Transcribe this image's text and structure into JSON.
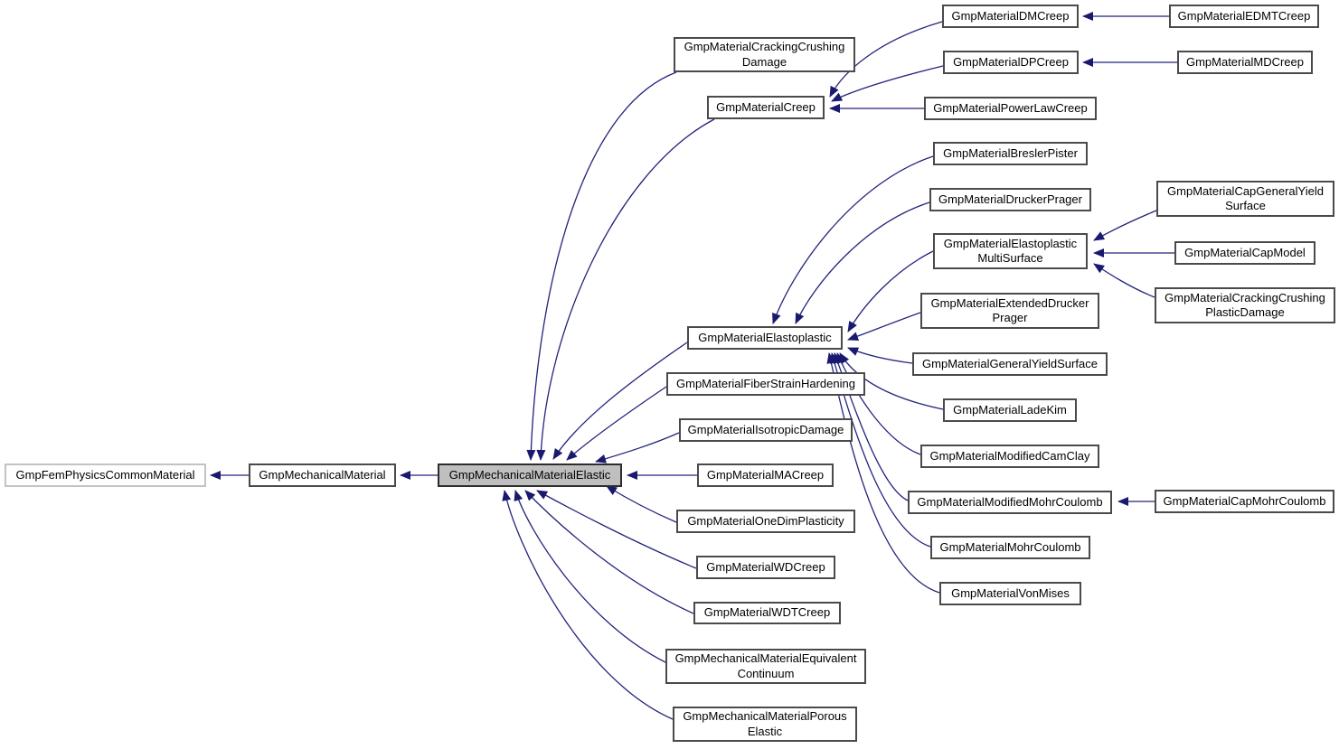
{
  "diagram": {
    "kind": "class-inheritance-graph",
    "selected_class": "GmpMechanicalMaterialElastic",
    "colors": {
      "edge": "#23237d",
      "arrowhead": "#191970",
      "selected_node_fill": "#bfbfbf",
      "node_border": "#4a4a4a",
      "external_node_border": "#c3c3c3"
    }
  },
  "nodes": {
    "femCommon": {
      "label": "GmpFemPhysicsCommonMaterial"
    },
    "mechMaterial": {
      "label": "GmpMechanicalMaterial"
    },
    "mechElastic": {
      "label": "GmpMechanicalMaterialElastic"
    },
    "crackingCrushingDamage": {
      "label": "GmpMaterialCrackingCrushing\nDamage"
    },
    "creep": {
      "label": "GmpMaterialCreep"
    },
    "elastoplastic": {
      "label": "GmpMaterialElastoplastic"
    },
    "fiberStrainHardening": {
      "label": "GmpMaterialFiberStrainHardening"
    },
    "isotropicDamage": {
      "label": "GmpMaterialIsotropicDamage"
    },
    "maCreep": {
      "label": "GmpMaterialMACreep"
    },
    "oneDimPlasticity": {
      "label": "GmpMaterialOneDimPlasticity"
    },
    "wdCreep": {
      "label": "GmpMaterialWDCreep"
    },
    "wdtCreep": {
      "label": "GmpMaterialWDTCreep"
    },
    "equivalentContinuum": {
      "label": "GmpMechanicalMaterialEquivalent\nContinuum"
    },
    "porousElastic": {
      "label": "GmpMechanicalMaterialPorous\nElastic"
    },
    "dmCreep": {
      "label": "GmpMaterialDMCreep"
    },
    "dpCreep": {
      "label": "GmpMaterialDPCreep"
    },
    "powerLawCreep": {
      "label": "GmpMaterialPowerLawCreep"
    },
    "edmtCreep": {
      "label": "GmpMaterialEDMTCreep"
    },
    "mdCreep": {
      "label": "GmpMaterialMDCreep"
    },
    "breslerPister": {
      "label": "GmpMaterialBreslerPister"
    },
    "druckerPrager": {
      "label": "GmpMaterialDruckerPrager"
    },
    "multiSurface": {
      "label": "GmpMaterialElastoplastic\nMultiSurface"
    },
    "extendedDruckerPrager": {
      "label": "GmpMaterialExtendedDrucker\nPrager"
    },
    "generalYieldSurface": {
      "label": "GmpMaterialGeneralYieldSurface"
    },
    "ladeKim": {
      "label": "GmpMaterialLadeKim"
    },
    "modifiedCamClay": {
      "label": "GmpMaterialModifiedCamClay"
    },
    "modifiedMohrCoulomb": {
      "label": "GmpMaterialModifiedMohrCoulomb"
    },
    "mohrCoulomb": {
      "label": "GmpMaterialMohrCoulomb"
    },
    "vonMises": {
      "label": "GmpMaterialVonMises"
    },
    "capGeneralYieldSurface": {
      "label": "GmpMaterialCapGeneralYield\nSurface"
    },
    "capModel": {
      "label": "GmpMaterialCapModel"
    },
    "crackingCrushingPlasticDamage": {
      "label": "GmpMaterialCrackingCrushing\nPlasticDamage"
    },
    "capMohrCoulomb": {
      "label": "GmpMaterialCapMohrCoulomb"
    }
  },
  "edges": [
    {
      "from": "GmpMechanicalMaterial",
      "to": "GmpFemPhysicsCommonMaterial"
    },
    {
      "from": "GmpMechanicalMaterialElastic",
      "to": "GmpMechanicalMaterial"
    },
    {
      "from": "GmpMaterialCrackingCrushingDamage",
      "to": "GmpMechanicalMaterialElastic"
    },
    {
      "from": "GmpMaterialCreep",
      "to": "GmpMechanicalMaterialElastic"
    },
    {
      "from": "GmpMaterialElastoplastic",
      "to": "GmpMechanicalMaterialElastic"
    },
    {
      "from": "GmpMaterialFiberStrainHardening",
      "to": "GmpMechanicalMaterialElastic"
    },
    {
      "from": "GmpMaterialIsotropicDamage",
      "to": "GmpMechanicalMaterialElastic"
    },
    {
      "from": "GmpMaterialMACreep",
      "to": "GmpMechanicalMaterialElastic"
    },
    {
      "from": "GmpMaterialOneDimPlasticity",
      "to": "GmpMechanicalMaterialElastic"
    },
    {
      "from": "GmpMaterialWDCreep",
      "to": "GmpMechanicalMaterialElastic"
    },
    {
      "from": "GmpMaterialWDTCreep",
      "to": "GmpMechanicalMaterialElastic"
    },
    {
      "from": "GmpMechanicalMaterialEquivalentContinuum",
      "to": "GmpMechanicalMaterialElastic"
    },
    {
      "from": "GmpMechanicalMaterialPorousElastic",
      "to": "GmpMechanicalMaterialElastic"
    },
    {
      "from": "GmpMaterialDMCreep",
      "to": "GmpMaterialCreep"
    },
    {
      "from": "GmpMaterialDPCreep",
      "to": "GmpMaterialCreep"
    },
    {
      "from": "GmpMaterialPowerLawCreep",
      "to": "GmpMaterialCreep"
    },
    {
      "from": "GmpMaterialEDMTCreep",
      "to": "GmpMaterialDMCreep"
    },
    {
      "from": "GmpMaterialMDCreep",
      "to": "GmpMaterialDPCreep"
    },
    {
      "from": "GmpMaterialBreslerPister",
      "to": "GmpMaterialElastoplastic"
    },
    {
      "from": "GmpMaterialDruckerPrager",
      "to": "GmpMaterialElastoplastic"
    },
    {
      "from": "GmpMaterialElastoplasticMultiSurface",
      "to": "GmpMaterialElastoplastic"
    },
    {
      "from": "GmpMaterialExtendedDruckerPrager",
      "to": "GmpMaterialElastoplastic"
    },
    {
      "from": "GmpMaterialGeneralYieldSurface",
      "to": "GmpMaterialElastoplastic"
    },
    {
      "from": "GmpMaterialLadeKim",
      "to": "GmpMaterialElastoplastic"
    },
    {
      "from": "GmpMaterialModifiedCamClay",
      "to": "GmpMaterialElastoplastic"
    },
    {
      "from": "GmpMaterialModifiedMohrCoulomb",
      "to": "GmpMaterialElastoplastic"
    },
    {
      "from": "GmpMaterialMohrCoulomb",
      "to": "GmpMaterialElastoplastic"
    },
    {
      "from": "GmpMaterialVonMises",
      "to": "GmpMaterialElastoplastic"
    },
    {
      "from": "GmpMaterialCapGeneralYieldSurface",
      "to": "GmpMaterialElastoplasticMultiSurface"
    },
    {
      "from": "GmpMaterialCapModel",
      "to": "GmpMaterialElastoplasticMultiSurface"
    },
    {
      "from": "GmpMaterialCrackingCrushingPlasticDamage",
      "to": "GmpMaterialElastoplasticMultiSurface"
    },
    {
      "from": "GmpMaterialCapMohrCoulomb",
      "to": "GmpMaterialModifiedMohrCoulomb"
    }
  ]
}
